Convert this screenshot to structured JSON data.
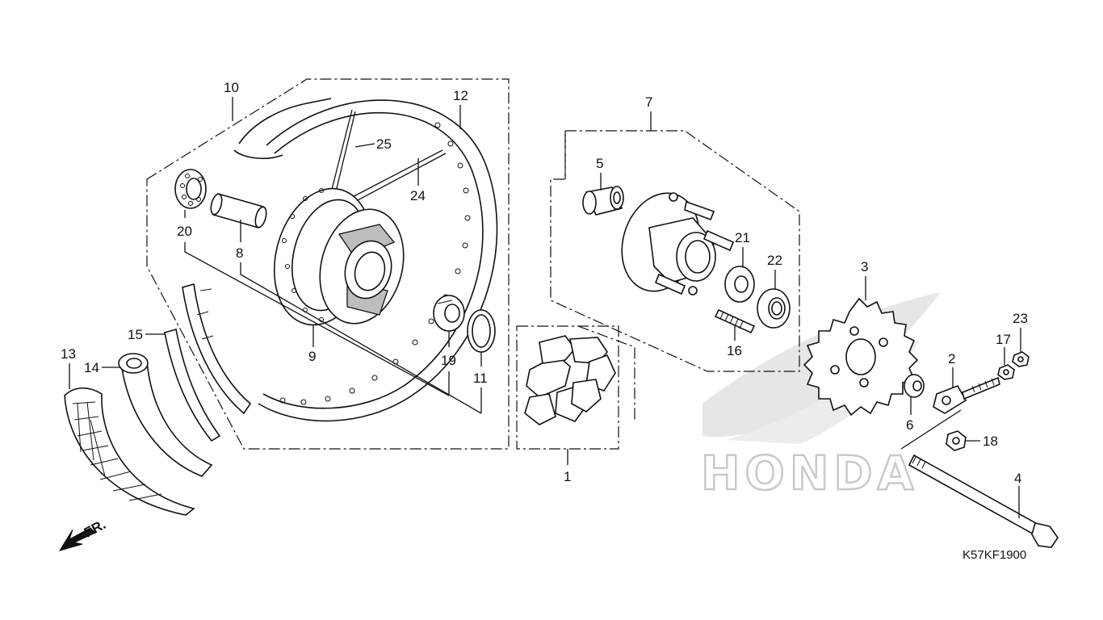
{
  "diagram": {
    "drawing_code": "K57KF1900",
    "direction_label": "FR.",
    "watermark": "HONDA",
    "callouts": [
      "1",
      "2",
      "3",
      "4",
      "5",
      "6",
      "7",
      "8",
      "9",
      "10",
      "11",
      "12",
      "13",
      "14",
      "15",
      "16",
      "17",
      "18",
      "19",
      "20",
      "21",
      "22",
      "23",
      "24",
      "25"
    ]
  }
}
